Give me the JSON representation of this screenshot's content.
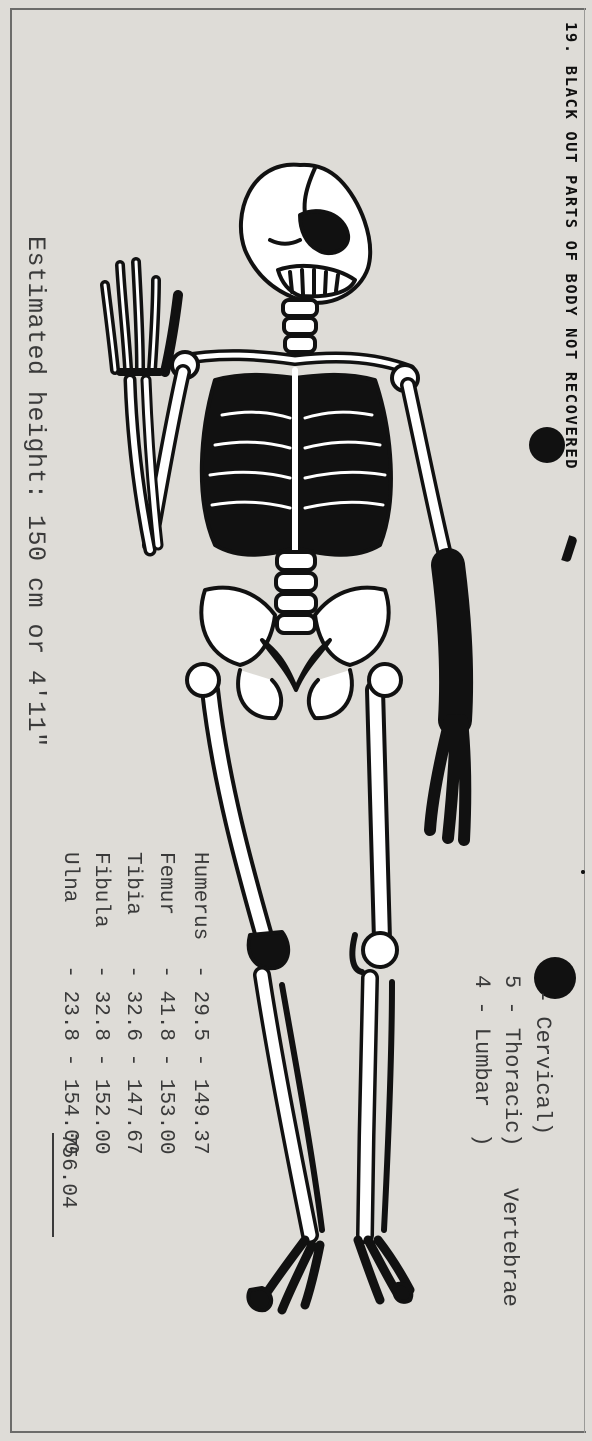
{
  "heading": {
    "number": "19.",
    "text": "BLACK OUT PARTS OF BODY NOT RECOVERED"
  },
  "estimated_height": "Estimated height: 150 cm or 4'11\"",
  "vertebrae": {
    "lines": [
      "- Cervical)",
      "5 - Thoracic)",
      "4 - Lumbar  )"
    ],
    "label": "Vertebrae"
  },
  "measurements": {
    "rows": [
      {
        "bone": "Humerus",
        "line": "Humerus  - 29.5 - 149.37"
      },
      {
        "bone": "Femur",
        "line": "Femur    - 41.8 - 153.00"
      },
      {
        "bone": "Tibia",
        "line": "Tibia    - 32.6 - 147.67"
      },
      {
        "bone": "Fibula",
        "line": "Fibula   - 32.8 - 152.00"
      },
      {
        "bone": "Ulna",
        "line": "Ulna     - 23.8 - 154.00"
      }
    ],
    "total": "756.04"
  },
  "colors": {
    "paper": "#dedcd7",
    "ink": "#111111",
    "type": "#3a3a3a"
  }
}
